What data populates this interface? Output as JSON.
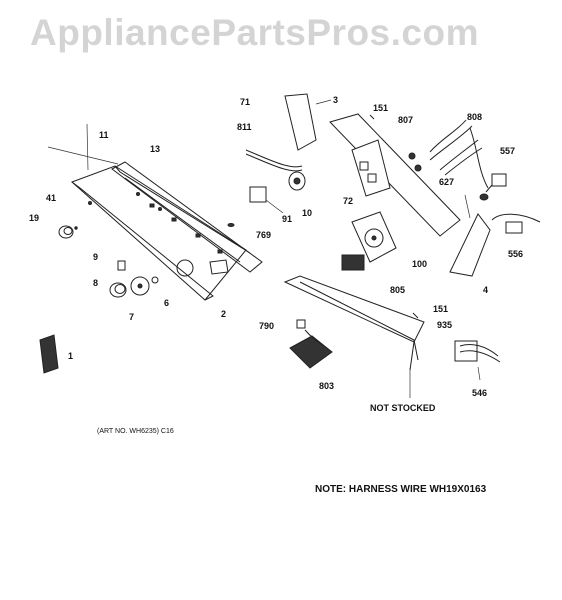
{
  "watermark": "AppliancePartsPros.com",
  "art_number": "(ART NO. WH6235) C16",
  "not_stocked": "NOT STOCKED",
  "note": "NOTE: HARNESS WIRE WH19X0163",
  "parts": {
    "p1": "1",
    "p2": "2",
    "p3": "3",
    "p4": "4",
    "p6": "6",
    "p7": "7",
    "p8": "8",
    "p9": "9",
    "p10": "10",
    "p11": "11",
    "p13": "13",
    "p19": "19",
    "p41": "41",
    "p71": "71",
    "p72": "72",
    "p91": "91",
    "p100": "100",
    "p151a": "151",
    "p151b": "151",
    "p546": "546",
    "p556": "556",
    "p557": "557",
    "p627": "627",
    "p769": "769",
    "p790": "790",
    "p803": "803",
    "p805": "805",
    "p807": "807",
    "p808": "808",
    "p811": "811",
    "p935": "935"
  }
}
